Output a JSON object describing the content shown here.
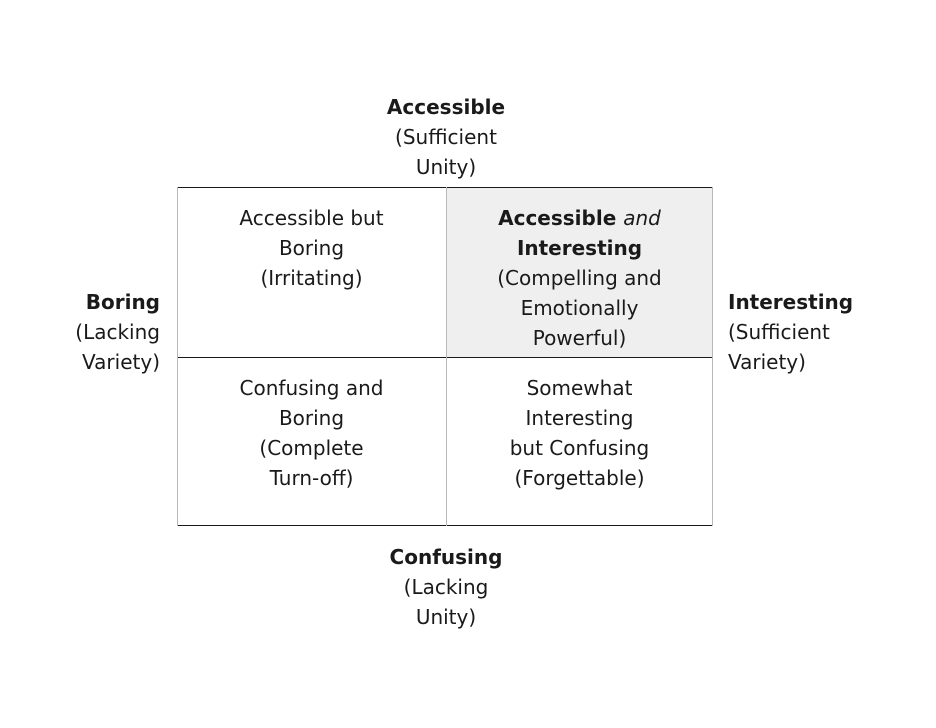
{
  "axes": {
    "top": {
      "title": "Accessible",
      "sub1": "(Sufficient",
      "sub2": "Unity)"
    },
    "bottom": {
      "title": "Confusing",
      "sub1": "(Lacking",
      "sub2": "Unity)"
    },
    "left": {
      "title": "Boring",
      "sub1": "(Lacking",
      "sub2": "Variety)"
    },
    "right": {
      "title": "Interesting",
      "sub1": "(Sufficient",
      "sub2": "Variety)"
    }
  },
  "cells": {
    "top_left": {
      "lines": [
        "Accessible but",
        "Boring",
        "(Irritating)"
      ]
    },
    "top_right": {
      "title_a": "Accessible ",
      "title_and": "and",
      "title_b": "Interesting",
      "lines": [
        "(Compelling and",
        "Emotionally",
        "Powerful)"
      ]
    },
    "bottom_left": {
      "lines": [
        "Confusing and",
        "Boring",
        "(Complete",
        "Turn-off)"
      ]
    },
    "bottom_right": {
      "lines": [
        "Somewhat",
        "Interesting",
        "but Confusing",
        "(Forgettable)"
      ]
    }
  }
}
